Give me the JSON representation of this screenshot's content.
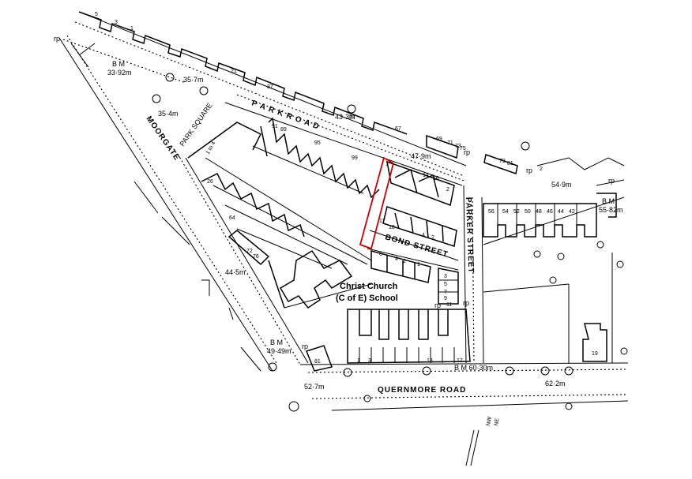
{
  "highlight_color": "#cc0000",
  "streets": {
    "park_road": "P A R K   R O A D",
    "moorgate": "MOORGATE",
    "park_square": "PARK SQUARE",
    "bond_street": "BOND STREET",
    "parker_street": "PARKER STREET",
    "quernmore_road": "QUERNMORE ROAD"
  },
  "school": {
    "line1": "Christ Church",
    "line2": "(C of E) School"
  },
  "levels": {
    "bm_1": "B M",
    "bm_1_val": "33·92m",
    "bm_2": "B M",
    "bm_2_val": "49·49m",
    "bm_3": "B M",
    "bm_3_val": "55·82m",
    "bm_4": "B M 60·30m",
    "h_357": "35·7m",
    "h_354": "35·4m",
    "h_433": "43·3m",
    "h_479": "47·9m",
    "h_549": "54·9m",
    "h_445": "44·5m",
    "h_527": "52·7m",
    "h_622": "62·2m"
  },
  "rp": [
    "rp",
    "rp",
    "rp",
    "rp",
    "rp",
    "rp",
    "rp"
  ],
  "house_numbers": {
    "top_row": [
      "5",
      "3",
      "1",
      "21",
      "37",
      "51",
      "67",
      "69",
      "71",
      "73",
      "75",
      "79",
      "81"
    ],
    "park_sq": "1 to 4",
    "left": [
      "26",
      "64",
      "72",
      "76"
    ],
    "upper_terrace": [
      "91",
      "89",
      "95",
      "99"
    ],
    "right_terrace": [
      "14",
      "16",
      "2",
      "1"
    ],
    "bond_north": [
      "17",
      "10",
      "4",
      "2"
    ],
    "bond_south": [
      "6",
      "4",
      "2",
      "1",
      "3",
      "5",
      "7",
      "9",
      "11"
    ],
    "parker_row": [
      "56",
      "54",
      "52",
      "50",
      "48",
      "46",
      "44",
      "42"
    ],
    "quernmore": [
      "1",
      "3",
      "13",
      "17",
      "81"
    ],
    "right_block": "19",
    "east_row": [
      "2"
    ]
  },
  "compass": {
    "a": "NW",
    "b": "NE"
  }
}
